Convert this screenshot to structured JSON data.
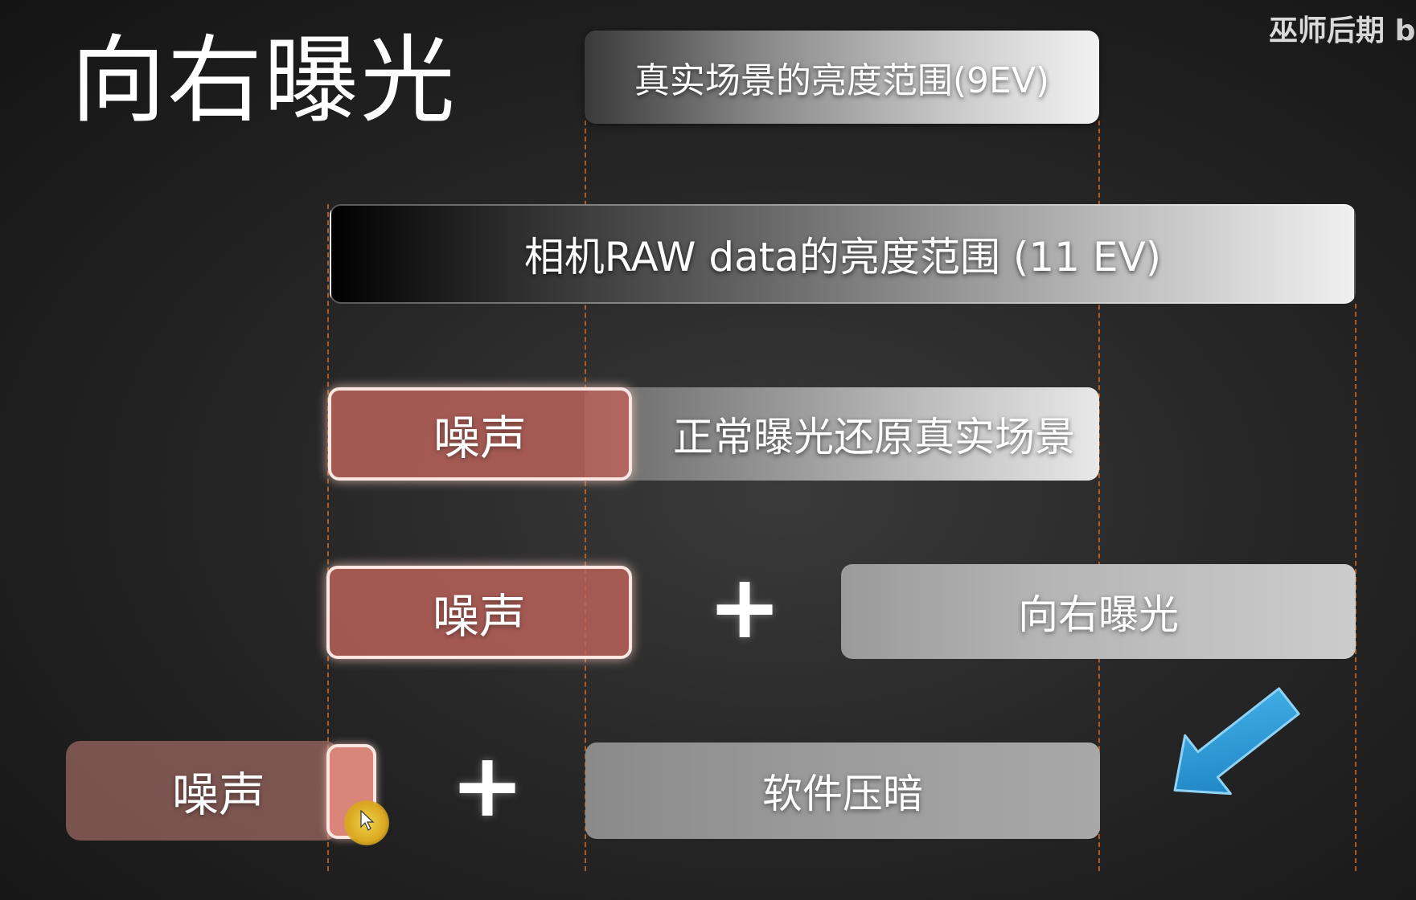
{
  "slide": {
    "title": "向右曝光",
    "watermark": "巫师后期",
    "watermark_logo": "bi"
  },
  "bars": {
    "scene_range": "真实场景的亮度范围(9EV)",
    "raw_range": "相机RAW data的亮度范围 (11 EV)",
    "normal_exposure": "正常曝光还原真实场景",
    "noise_label_1": "噪声",
    "noise_label_2": "噪声",
    "noise_label_3": "噪声",
    "plus_1": "+",
    "plus_2": "+",
    "expose_right": "向右曝光",
    "software_darken": "软件压暗"
  },
  "colors": {
    "background": "#262626",
    "guide_line": "#c8641e",
    "noise_fill": "#be645c",
    "arrow": "#2a9ad6"
  },
  "icons": {
    "cursor": "mouse-pointer-icon",
    "pointer_arrow": "blue-arrow-icon"
  }
}
